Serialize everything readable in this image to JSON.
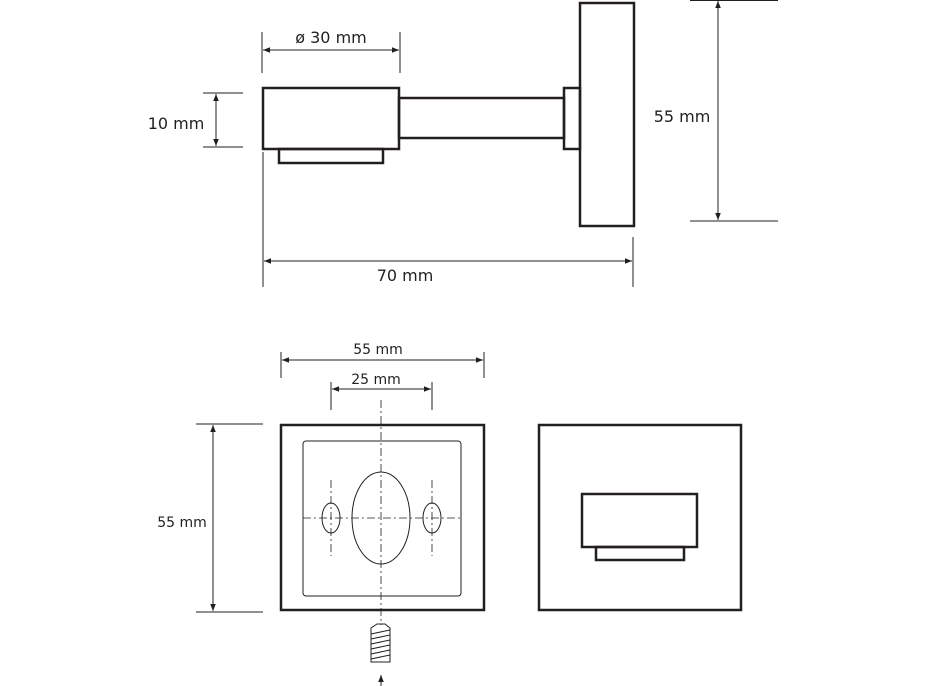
{
  "side_view": {
    "diameter_label": "ø 30 mm",
    "height_label": "10 mm",
    "length_label": "70 mm",
    "plate_height_label": "55 mm"
  },
  "back_view": {
    "width_label": "55 mm",
    "hole_spacing_label": "25 mm",
    "height_label": "55 mm"
  },
  "colors": {
    "line": "#231f20",
    "background": "#ffffff"
  }
}
